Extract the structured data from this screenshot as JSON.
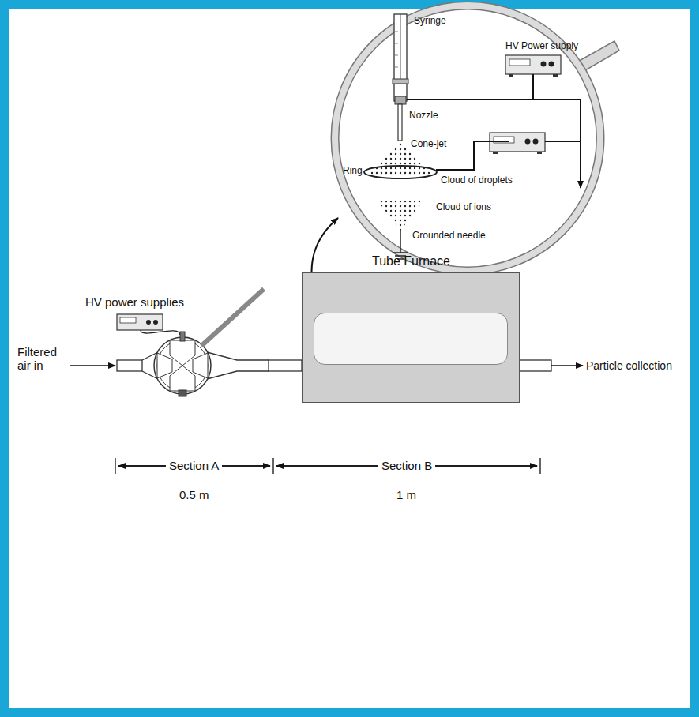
{
  "diagram": {
    "nodes": [
      {
        "text": [
          "Tube Furnace"
        ]
      }
    ],
    "labels": [
      "Syringe",
      "HV Power supply",
      "Nozzle",
      "Cone-jet",
      "Ring",
      "Cloud of droplets",
      "Cloud of ions",
      "Grounded needle",
      "HV power supplies",
      "Filtered air in",
      "Particle collection",
      "Section A",
      "Section B",
      "0.5 m",
      "1 m"
    ]
  }
}
